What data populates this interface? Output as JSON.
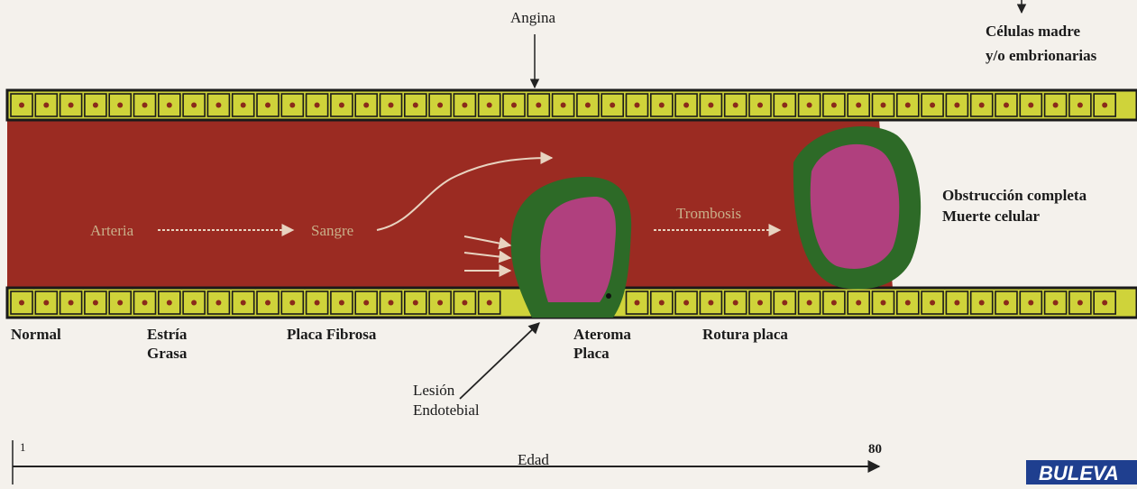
{
  "labels": {
    "angina": "Angina",
    "stem_cells_line1": "Células madre",
    "stem_cells_line2": "y/o embrionarias",
    "artery": "Arteria",
    "blood": "Sangre",
    "thrombosis": "Trombosis",
    "obstruction_line1": "Obstrucción completa",
    "obstruction_line2": "Muerte celular",
    "stage_normal": "Normal",
    "stage_fatty_line1": "Estría",
    "stage_fatty_line2": "Grasa",
    "stage_fibrous": "Placa Fibrosa",
    "stage_atheroma_line1": "Ateroma",
    "stage_atheroma_line2": "Placa",
    "stage_rupture": "Rotura placa",
    "lesion_line1": "Lesión",
    "lesion_line2": "Endotebial"
  },
  "age_axis": {
    "start": "1",
    "end": "80",
    "label": "Edad"
  },
  "brand": "BULEVA",
  "colors": {
    "lumen": "#9b2b22",
    "wall": "#cfd33a",
    "cell_dot": "#8a2a1a",
    "plaque_outer": "#2d6a27",
    "plaque_inner": "#b0407e",
    "inner_text": "#cfa67a"
  }
}
